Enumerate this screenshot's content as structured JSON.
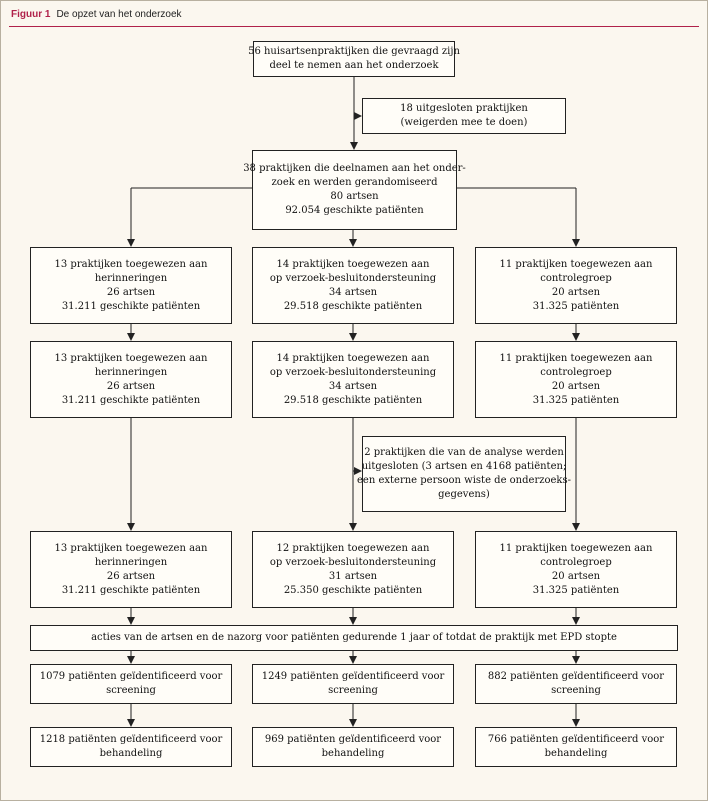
{
  "figure": {
    "label": "Figuur 1",
    "title": "De opzet van het onderzoek"
  },
  "boxes": {
    "invited": [
      "56 huisartsenpraktijken die gevraagd zijn",
      "deel te nemen aan het onderzoek"
    ],
    "excluded": [
      "18 uitgesloten praktijken",
      "(weigerden mee te doen)"
    ],
    "randomised": [
      "38 praktijken die deelnamen aan het onder-",
      "zoek en werden gerandomiseerd",
      "80 artsen",
      "92.054 geschikte patiënten"
    ],
    "alloc_left": [
      "13 praktijken toegewezen aan",
      "herinneringen",
      "26 artsen",
      "31.211 geschikte patiënten"
    ],
    "alloc_mid": [
      "14 praktijken toegewezen aan",
      "op verzoek-besluitondersteuning",
      "34 artsen",
      "29.518 geschikte patiënten"
    ],
    "alloc_right": [
      "11 praktijken toegewezen aan",
      "controlegroep",
      "20 artsen",
      "31.325 patiënten"
    ],
    "follow_left": [
      "13 praktijken toegewezen aan",
      "herinneringen",
      "26 artsen",
      "31.211 geschikte patiënten"
    ],
    "follow_mid": [
      "14 praktijken toegewezen aan",
      "op verzoek-besluitondersteuning",
      "34 artsen",
      "29.518 geschikte patiënten"
    ],
    "follow_right": [
      "11 praktijken toegewezen aan",
      "controlegroep",
      "20 artsen",
      "31.325 patiënten"
    ],
    "analysis_excluded": [
      "2 praktijken die van de analyse werden",
      "uitgesloten (3 artsen en 4168 patiënten;",
      "een externe persoon wiste de onderzoeks-",
      "gegevens)"
    ],
    "analysed_left": [
      "13 praktijken toegewezen aan",
      "herinneringen",
      "26 artsen",
      "31.211 geschikte patiënten"
    ],
    "analysed_mid": [
      "12 praktijken toegewezen aan",
      "op verzoek-besluitondersteuning",
      "31 artsen",
      "25.350 geschikte patiënten"
    ],
    "analysed_right": [
      "11 praktijken toegewezen aan",
      "controlegroep",
      "20 artsen",
      "31.325 patiënten"
    ],
    "actions": [
      "acties van de artsen en de nazorg voor patiënten gedurende 1 jaar of totdat de praktijk met EPD stopte"
    ],
    "screen_left": [
      "1079 patiënten geïdentificeerd voor",
      "screening"
    ],
    "screen_mid": [
      "1249 patiënten geïdentificeerd voor",
      "screening"
    ],
    "screen_right": [
      "882 patiënten geïdentificeerd voor",
      "screening"
    ],
    "treat_left": [
      "1218 patiënten geïdentificeerd voor",
      "behandeling"
    ],
    "treat_mid": [
      "969 patiënten geïdentificeerd voor",
      "behandeling"
    ],
    "treat_right": [
      "766 patiënten geïdentificeerd voor",
      "behandeling"
    ]
  },
  "colors": {
    "accent": "#b0214a",
    "line": "#222222",
    "background": "#fbf7ef"
  }
}
